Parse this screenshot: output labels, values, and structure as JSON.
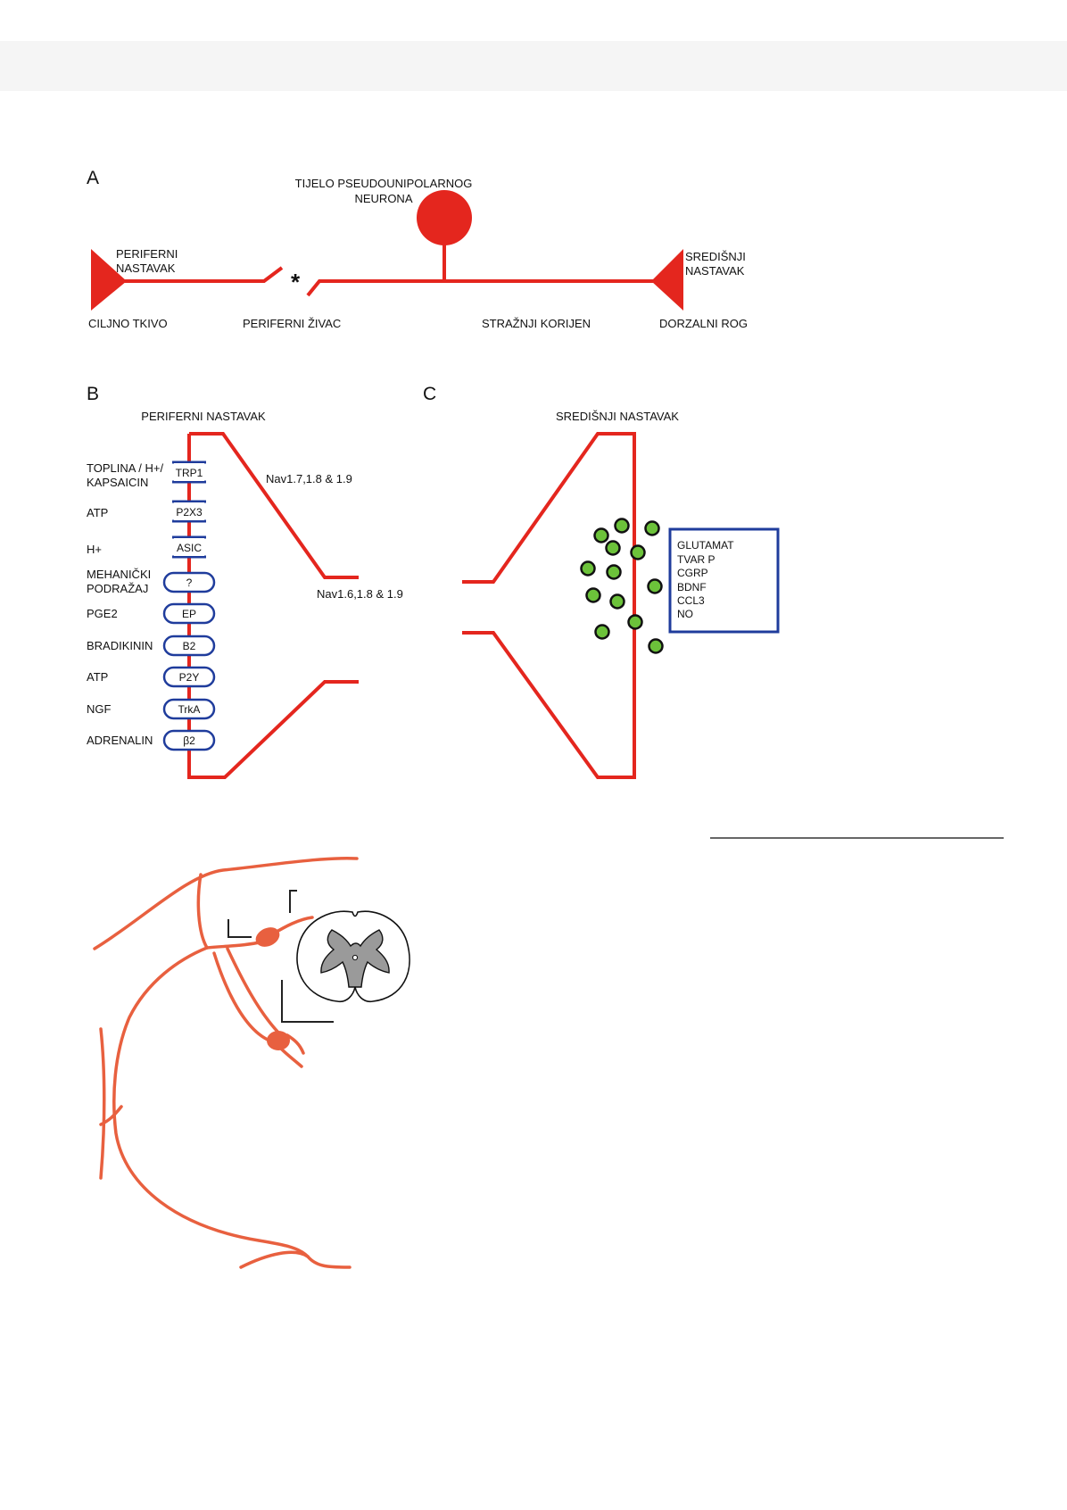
{
  "panel_a": {
    "letter": "A",
    "soma_line1": "TIJELO PSEUDOUNIPOLARNOG",
    "soma_line2": "NEURONA",
    "peripheral_line1": "PERIFERNI",
    "peripheral_line2": "NASTAVAK",
    "central_line1": "SREDIŠNJI",
    "central_line2": "NASTAVAK",
    "lesion_mark": "*",
    "target_tissue": "CILJNO TKIVO",
    "peripheral_nerve": "PERIFERNI ŽIVAC",
    "dorsal_root": "STRAŽNJI KORIJEN",
    "dorsal_horn": "DORZALNI ROG"
  },
  "panel_b": {
    "letter": "B",
    "title": "PERIFERNI NASTAVAK",
    "nav_upper": "Nav1.7,1.8 & 1.9",
    "nav_lower": "Nav1.6,1.8 & 1.9",
    "stimuli": [
      "TOPLINA / H+/",
      "KAPSAICIN",
      "ATP",
      "H+",
      "MEHANIČKI",
      "PODRAŽAJ",
      "PGE2",
      "BRADIKININ",
      "ATP",
      "NGF",
      "ADRENALIN"
    ],
    "receptors": [
      "TRP1",
      "P2X3",
      "ASIC",
      "?",
      "EP",
      "B2",
      "P2Y",
      "TrkA",
      "β2"
    ]
  },
  "panel_c": {
    "letter": "C",
    "title": "SREDIŠNJI NASTAVAK",
    "mediators": [
      "GLUTAMAT",
      "TVAR P",
      "CGRP",
      "BDNF",
      "CCL3",
      "NO"
    ]
  },
  "colors": {
    "neuron_red": "#e4261e",
    "receptor_blue": "#1f3c9c",
    "vesicle_green": "#6cc23a",
    "nerve_orange": "#e8603f",
    "grey_matter": "#9a9a9a",
    "top_bar": "#f5f5f5"
  }
}
